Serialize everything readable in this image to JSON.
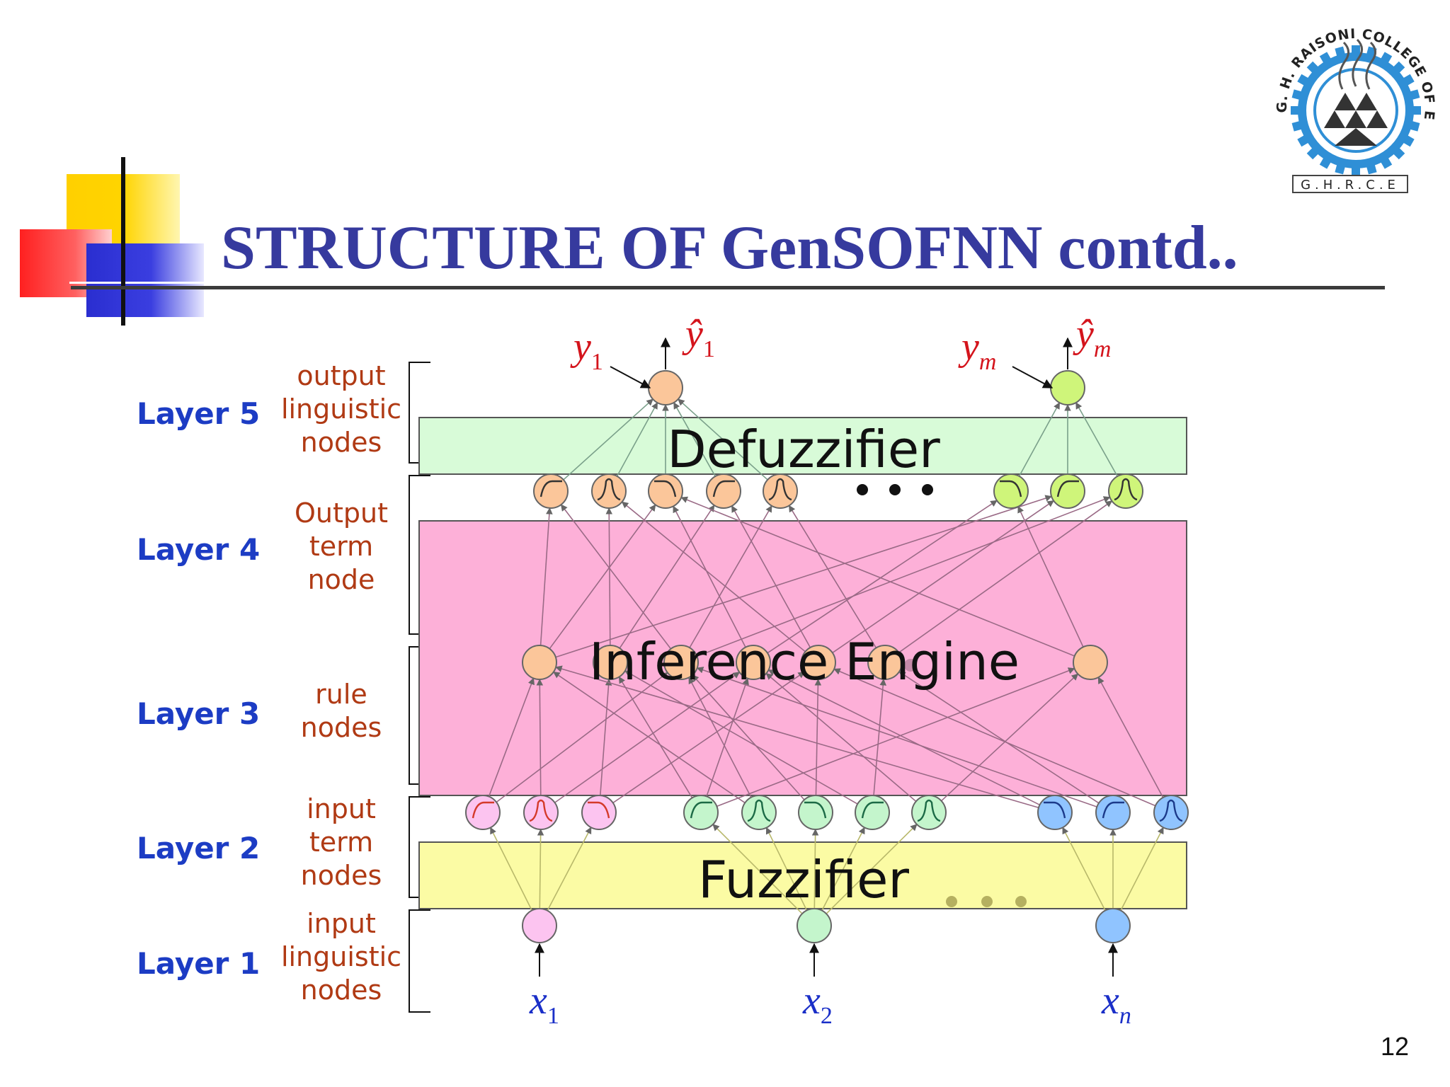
{
  "slide": {
    "title": "STRUCTURE OF GenSOFNN contd..",
    "page_number": "12"
  },
  "logo": {
    "ring_text": "G. H. RAISONI COLLEGE OF ENGINEERING",
    "abbrev": "G.H.R.C.E",
    "colors": {
      "ring": "#2f8fd6",
      "gear": "#1e6fb8"
    }
  },
  "layers": [
    {
      "label": "Layer 5",
      "desc": [
        "output",
        "linguistic",
        "nodes"
      ]
    },
    {
      "label": "Layer 4",
      "desc": [
        "Output",
        "term",
        "node"
      ]
    },
    {
      "label": "Layer 3",
      "desc": [
        "rule",
        "nodes"
      ]
    },
    {
      "label": "Layer 2",
      "desc": [
        "input",
        "term",
        "nodes"
      ]
    },
    {
      "label": "Layer 1",
      "desc": [
        "input",
        "linguistic",
        "nodes"
      ]
    }
  ],
  "blocks": {
    "defuzzifier": "Defuzzifier",
    "inference": "Inference Engine",
    "fuzzifier": "Fuzzifier",
    "colors": {
      "defuzzifier": "#d8fbd8",
      "inference": "#fdb0d8",
      "fuzzifier": "#fbfba4"
    }
  },
  "inputs": [
    {
      "base": "x",
      "sub": "1"
    },
    {
      "base": "x",
      "sub": "2"
    },
    {
      "base": "x",
      "sub": "n"
    }
  ],
  "outputs": [
    {
      "target_base": "y",
      "target_sub": "1",
      "pred_base": "ŷ",
      "pred_sub": "1"
    },
    {
      "target_base": "y",
      "target_sub": "m",
      "pred_base": "ŷ",
      "pred_sub": "m"
    }
  ],
  "node_colors": {
    "pink": "#fcc4f0",
    "green": "#c4f5cc",
    "blue": "#90c4ff",
    "orange": "#fbc69a",
    "lime": "#cff57a"
  },
  "label_colors": {
    "layer": "#1c3cc4",
    "desc": "#b03a14",
    "output_var": "#d4141c",
    "input_var": "#1a2fc8"
  }
}
